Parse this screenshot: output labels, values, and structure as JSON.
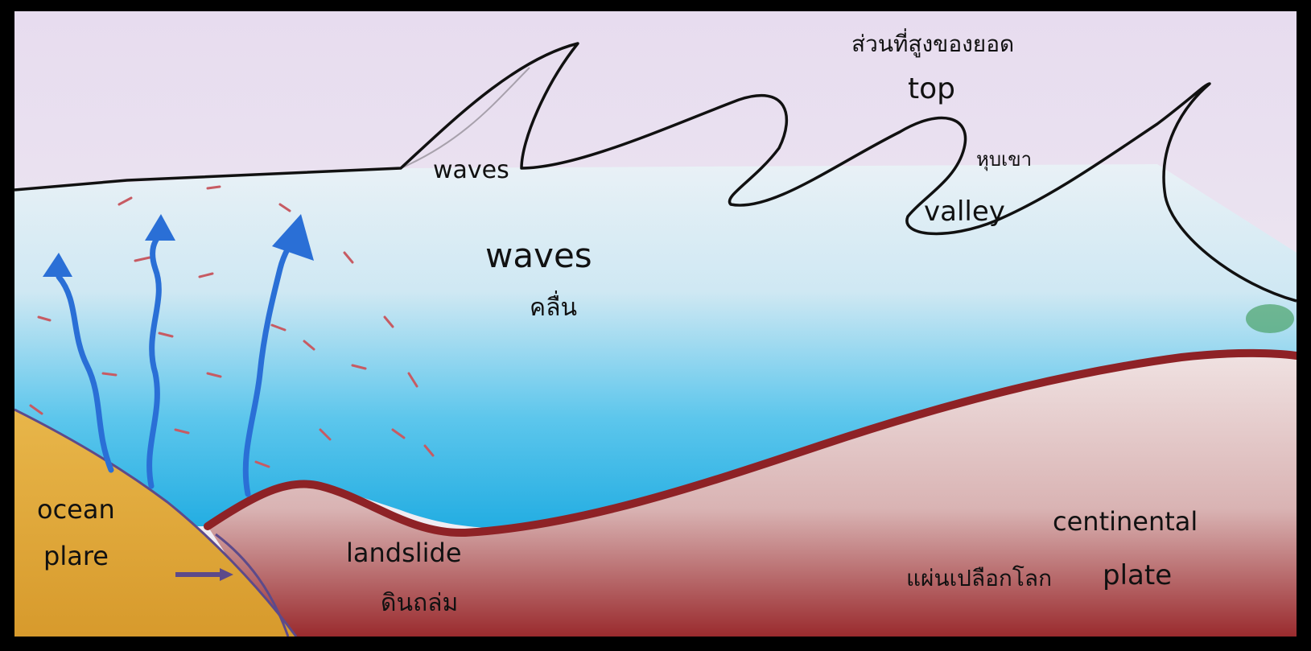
{
  "image": {
    "description_colors": {
      "sky": "#ece7ee",
      "water_light": "#cfe7f1",
      "water_deep": "#29b3e4",
      "ocean_plate": "#e2a93b",
      "continental_plate": "#9b2a2a",
      "ink": "#111111",
      "arrow_blue": "#2a6fd6"
    },
    "labels": {
      "waves_crest": "waves",
      "top_thai": "ส่วนที่สูงของยอด",
      "top_en": "top",
      "valley_thai": "หุบเขา",
      "valley_en": "valley",
      "waves_main": "waves",
      "waves_thai": "คลื่น",
      "ocean_plate_1": "ocean",
      "ocean_plate_2": "plare",
      "landslide_en": "landslide",
      "landslide_thai": "ดินถล่ม",
      "continental_1": "centinental",
      "continental_thai": "แผ่นเปลือกโลก",
      "continental_2": "plate"
    }
  }
}
